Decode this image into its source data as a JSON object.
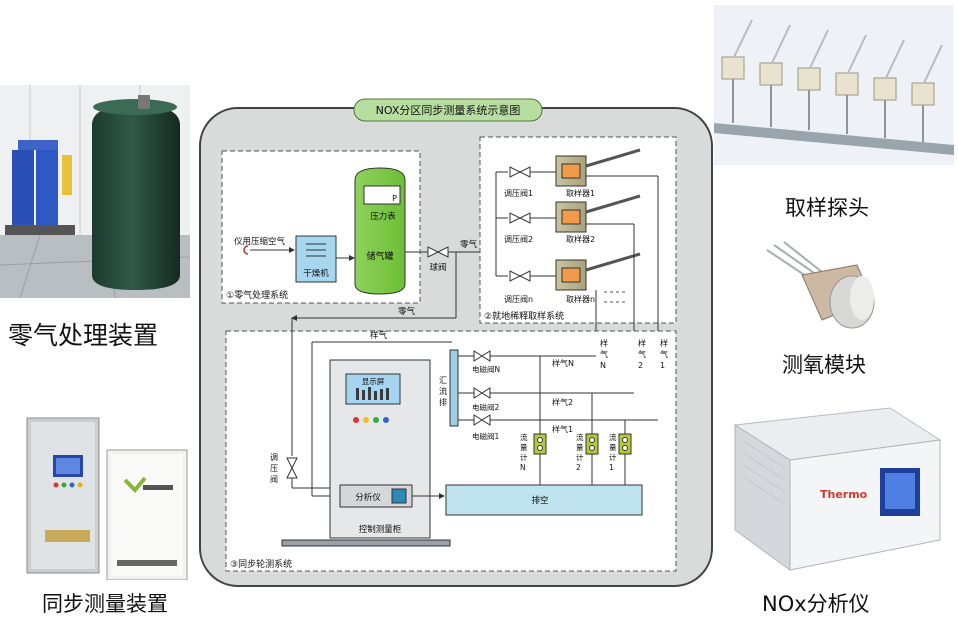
{
  "diagram": {
    "title": "NOX分区同步测量系统示意图",
    "zero_air_section": {
      "label": "①零气处理系统",
      "inlet": "仪用压缩空气",
      "dryer": "干燥机",
      "tank": "储气罐",
      "gauge": "压力表",
      "gauge_symbol": "P",
      "ball_valve": "球阀",
      "zero_gas_1": "零气",
      "zero_gas_2": "零气"
    },
    "sampling_section": {
      "label": "②就地稀释取样系统",
      "units": [
        {
          "valve": "调压阀1",
          "sampler": "取样器1"
        },
        {
          "valve": "调压阀2",
          "sampler": "取样器2"
        },
        {
          "valve": "调压阀n",
          "sampler": "取样器n"
        }
      ]
    },
    "measure_section": {
      "label": "③同步轮测系统",
      "sample_gas_top": "样气",
      "regulator": [
        "调",
        "压",
        "阀"
      ],
      "screen": "显示屏",
      "analyzer": "分析仪",
      "cabinet": "控制测量柜",
      "exhaust": "排空",
      "manifold": [
        "汇",
        "流",
        "排"
      ],
      "solenoids": [
        "电磁阀N",
        "电磁阀2",
        "电磁阀1"
      ],
      "sample_gas_labels": [
        "样气N",
        "样气2",
        "样气1"
      ],
      "flowmeters": [
        [
          "流",
          "量",
          "计",
          "N"
        ],
        [
          "流",
          "量",
          "计",
          "2"
        ],
        [
          "流",
          "量",
          "计",
          "1"
        ]
      ],
      "vertical_sample_labels": [
        [
          "样",
          "气",
          "N"
        ],
        [
          "样",
          "气",
          "2"
        ],
        [
          "样",
          "气",
          "1"
        ]
      ]
    }
  },
  "captions": {
    "zero_air_device": "零气处理装置",
    "sync_device": "同步测量装置",
    "probe": "取样探头",
    "oxygen_module": "测氧模块",
    "analyzer": "NOx分析仪"
  },
  "photo_text": {
    "thermo_brand": "Thermo"
  }
}
